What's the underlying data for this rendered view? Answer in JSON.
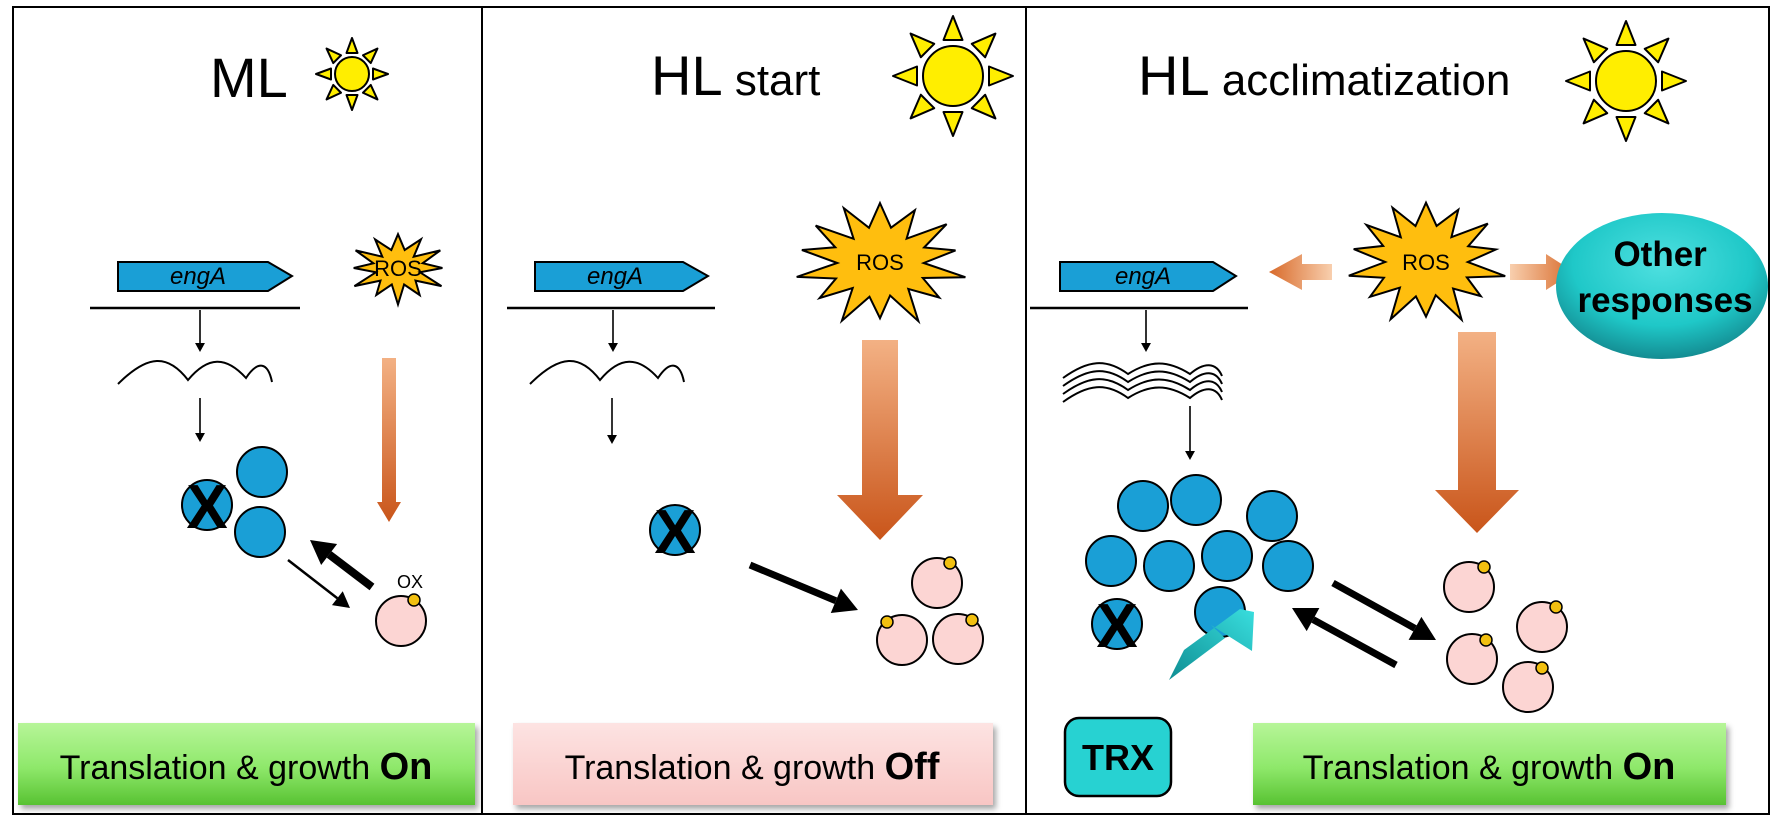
{
  "panels": [
    {
      "title_main": "ML",
      "title_sub": "",
      "gene": "engA",
      "ros": "ROS",
      "ox": "OX",
      "bar_text": "Translation & growth ",
      "bar_state": "On"
    },
    {
      "title_main": "HL",
      "title_sub": " start",
      "gene": "engA",
      "ros": "ROS",
      "bar_text": "Translation & growth ",
      "bar_state": "Off"
    },
    {
      "title_main": "HL",
      "title_sub": " acclimatization",
      "gene": "engA",
      "ros": "ROS",
      "other": [
        "Other",
        "responses"
      ],
      "trx": "TRX",
      "bar_text": "Translation & growth ",
      "bar_state": "On"
    }
  ],
  "x_mark": "X",
  "colors": {
    "ribosome_blue": "#1a9fd6",
    "gene_blue": "#1a9fd6",
    "sun_yellow": "#ffee00",
    "ros_orange": "#ffbe0e",
    "pink_protein": "#fcd5d3",
    "green_bar": "#8ee86a",
    "pink_bar": "#fcd5d3",
    "teal": "#1fc8c8"
  }
}
